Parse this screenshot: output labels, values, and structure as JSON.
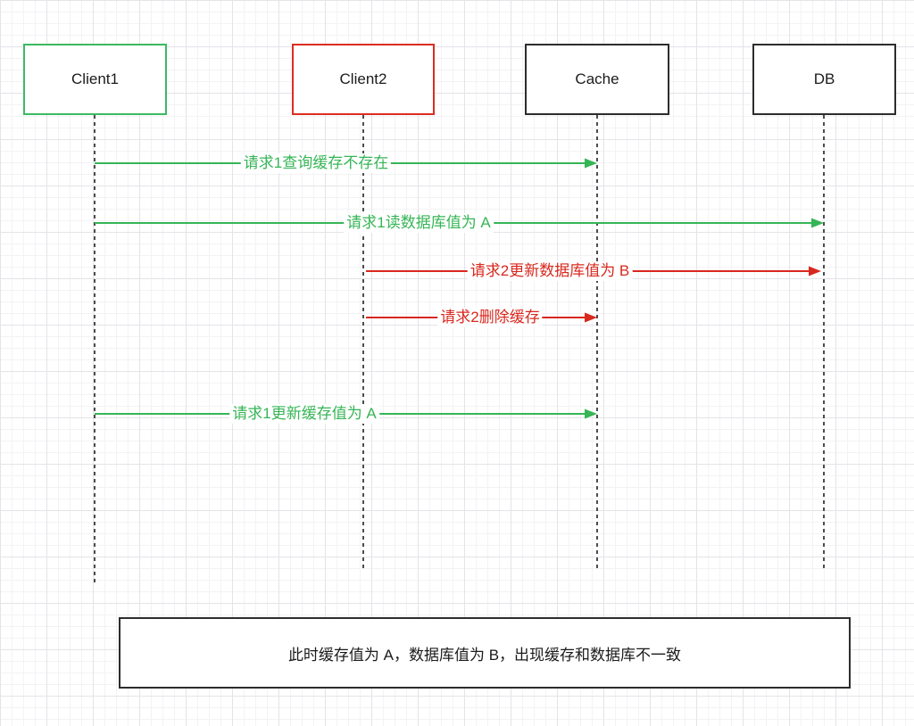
{
  "diagram": {
    "title": "cache-db-inconsistency-sequence",
    "actors": [
      {
        "id": "client1",
        "name": "Client1",
        "border_color": "#3cb962"
      },
      {
        "id": "client2",
        "name": "Client2",
        "border_color": "#dd2c22"
      },
      {
        "id": "cache",
        "name": "Cache",
        "border_color": "#2d2d2d"
      },
      {
        "id": "db",
        "name": "DB",
        "border_color": "#2d2d2d"
      }
    ],
    "messages": [
      {
        "from": "client1",
        "to": "cache",
        "label": "请求1查询缓存不存在",
        "color": "#36b556"
      },
      {
        "from": "client1",
        "to": "db",
        "label": "请求1读数据库值为 A",
        "color": "#36b556"
      },
      {
        "from": "client2",
        "to": "db",
        "label": "请求2更新数据库值为 B",
        "color": "#d8281e"
      },
      {
        "from": "client2",
        "to": "cache",
        "label": "请求2删除缓存",
        "color": "#d8281e"
      },
      {
        "from": "client1",
        "to": "cache",
        "label": "请求1更新缓存值为 A",
        "color": "#36b556"
      }
    ],
    "note": "此时缓存值为 A，数据库值为 B，出现缓存和数据库不一致"
  },
  "palette": {
    "green": "#36b556",
    "red": "#d8281e",
    "dark": "#2d2d2d",
    "grid_minor": "#f3f3f6",
    "grid_major": "#e4e4e9",
    "background": "#ffffff"
  }
}
